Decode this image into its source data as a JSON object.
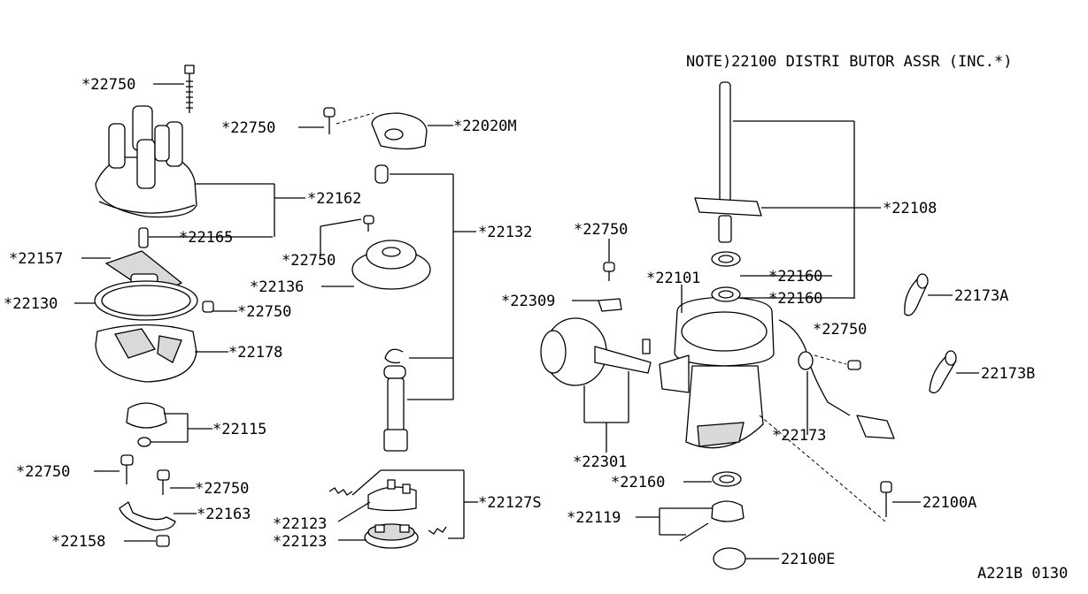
{
  "note": "NOTE)22100  DISTRI BUTOR ASSR   (INC.*)",
  "diagram_code": "A221B 0130",
  "labels": {
    "p22750_top": "*22750",
    "p22750_cap": "*22750",
    "p22020M": "*22020M",
    "p22162": "*22162",
    "p22165": "*22165",
    "p22157": "*22157",
    "p22130": "*22130",
    "p22750_rotor": "*22750",
    "p22178": "*22178",
    "p22132": "*22132",
    "p22750_plate": "*22750",
    "p22136": "*22136",
    "p22115": "*22115",
    "p22750_left": "*22750",
    "p22750_left2": "*22750",
    "p22163": "*22163",
    "p22158": "*22158",
    "p22123a": "*22123",
    "p22123b": "*22123",
    "p22127S": "*22127S",
    "p22750_vac": "*22750",
    "p22309": "*22309",
    "p22301": "*22301",
    "p22101": "*22101",
    "p22108": "*22108",
    "p22160a": "*22160",
    "p22160b": "*22160",
    "p22160c": "*22160",
    "p22750_housing": "*22750",
    "p22173": "*22173",
    "p22173A": "22173A",
    "p22173B": "22173B",
    "p22119": "*22119",
    "p22100A": "22100A",
    "p22100E": "22100E"
  }
}
